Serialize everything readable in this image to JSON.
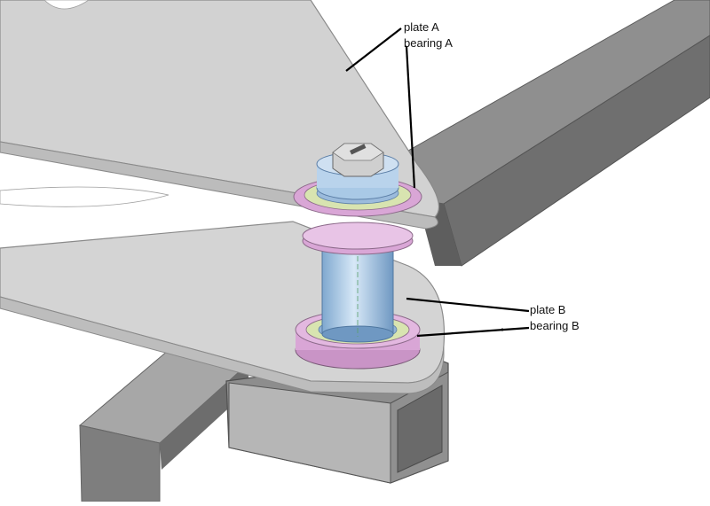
{
  "figure": {
    "background": "#ffffff",
    "colors": {
      "plate": "#d4d4d4",
      "plate_edge": "#9a9a9a",
      "tube_dark": "#6e6e6e",
      "tube_mid": "#8c8c8c",
      "tube_light": "#a9a9a9",
      "bearing_pink": "#d9a6d6",
      "bearing_roller": "#d8e4b0",
      "shaft_blue": "#a9c9e6",
      "bolt_grey": "#cfcfcf",
      "leader_line": "#000000"
    },
    "labels": {
      "plate_a": "plate A",
      "bearing_a": "bearing A",
      "plate_b": "plate B",
      "bearing_b": "bearing B"
    }
  }
}
